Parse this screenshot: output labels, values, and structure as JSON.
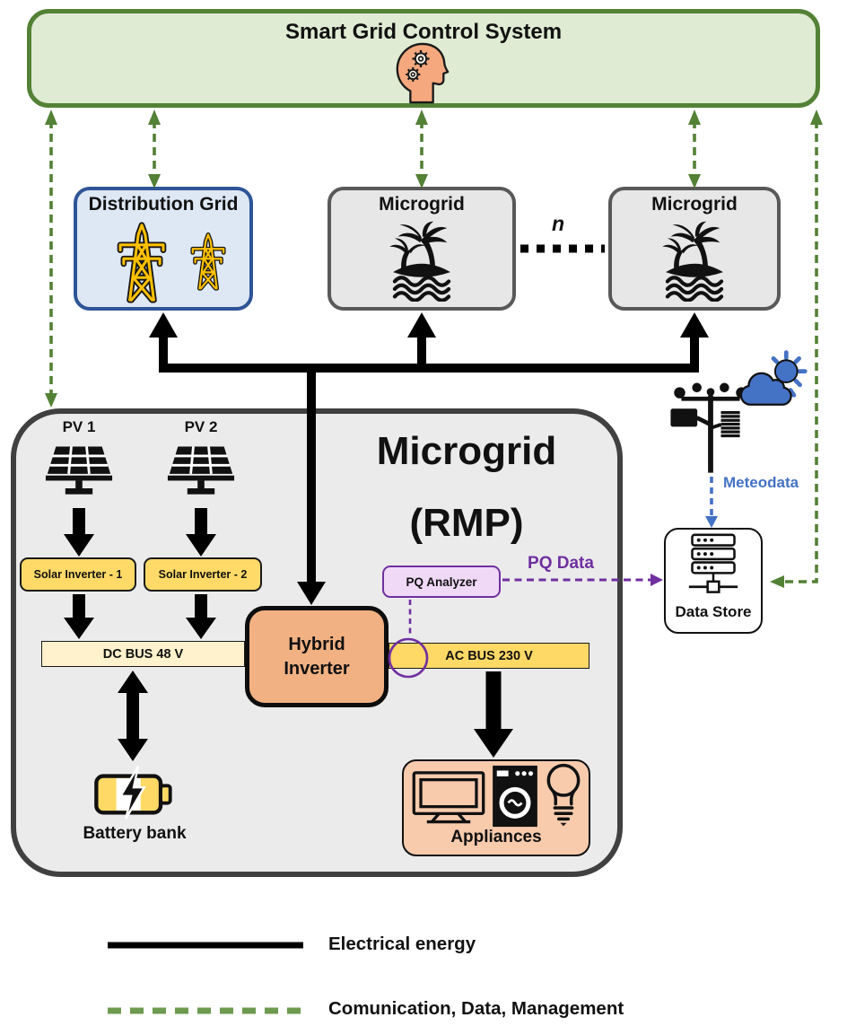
{
  "colors": {
    "page_bg": "#FFFFFF",
    "control_fill": "#DFEBD3",
    "control_border": "#538135",
    "comm_green": "#538135",
    "grid_fill": "#DEE8F5",
    "grid_border": "#2F5597",
    "microgrid_fill": "#E7E7E7",
    "microgrid_border": "#595959",
    "rmp_fill": "#EBEBEB",
    "rmp_border": "#404040",
    "solar_inverter_fill": "#FFDA68",
    "dc_bus_fill": "#FFF2CC",
    "ac_bus_fill": "#FFD966",
    "hybrid_fill": "#F2B183",
    "pq_fill": "#F0D9F7",
    "pq_purple": "#7030A0",
    "appliances_fill": "#F8CBAD",
    "meteo_blue": "#4472C4",
    "legend_green": "#6E9A50",
    "pylon_gold": "#FFC000",
    "head_skin": "#F5A87E"
  },
  "control_system": {
    "title": "Smart Grid Control System"
  },
  "grid_layer": {
    "distribution_grid": "Distribution Grid",
    "microgrid_left": "Microgrid",
    "microgrid_right": "Microgrid",
    "chain_label": "n"
  },
  "rmp": {
    "title_line1": "Microgrid",
    "title_line2": "(RMP)",
    "pv1": "PV 1",
    "pv2": "PV 2",
    "solar_inverter_1": "Solar Inverter - 1",
    "solar_inverter_2": "Solar Inverter - 2",
    "dc_bus": "DC BUS 48 V",
    "hybrid_inverter": "Hybrid Inverter",
    "ac_bus": "AC BUS 230 V",
    "pq_analyzer": "PQ Analyzer",
    "battery": "Battery bank",
    "appliances": "Appliances"
  },
  "data_links": {
    "pq_data": "PQ Data",
    "meteodata": "Meteodata",
    "data_store": "Data Store"
  },
  "legend": {
    "electrical": "Electrical energy",
    "communication": "Comunication, Data, Management"
  }
}
